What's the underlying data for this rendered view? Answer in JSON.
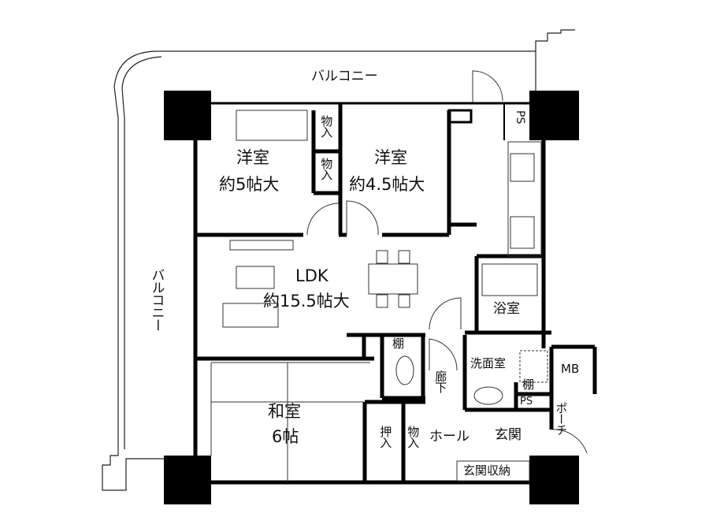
{
  "balcony_top": "バルコニー",
  "balcony_left": "バルコニー",
  "rooms": {
    "western_room_1": {
      "name": "洋室",
      "size": "約5帖大"
    },
    "western_room_2": {
      "name": "洋室",
      "size": "約4.5帖大"
    },
    "ldk": {
      "name": "LDK",
      "size": "約15.5帖大"
    },
    "japanese_room": {
      "name": "和室",
      "size": "6帖"
    },
    "bathroom": "浴室",
    "washroom": "洗面室",
    "corridor": "廊下",
    "hall": "ホール",
    "entrance": "玄関",
    "entrance_storage": "玄関収納",
    "porch": "ポーチ"
  },
  "storage": {
    "closet_1": "物入",
    "closet_2": "物入",
    "closet_3": "物入",
    "oshiire": "押入",
    "shelf_toilet": "棚",
    "shelf_wash": "棚"
  },
  "utilities": {
    "ps_top": "PS",
    "ps_wash": "PS",
    "mb": "MB"
  }
}
